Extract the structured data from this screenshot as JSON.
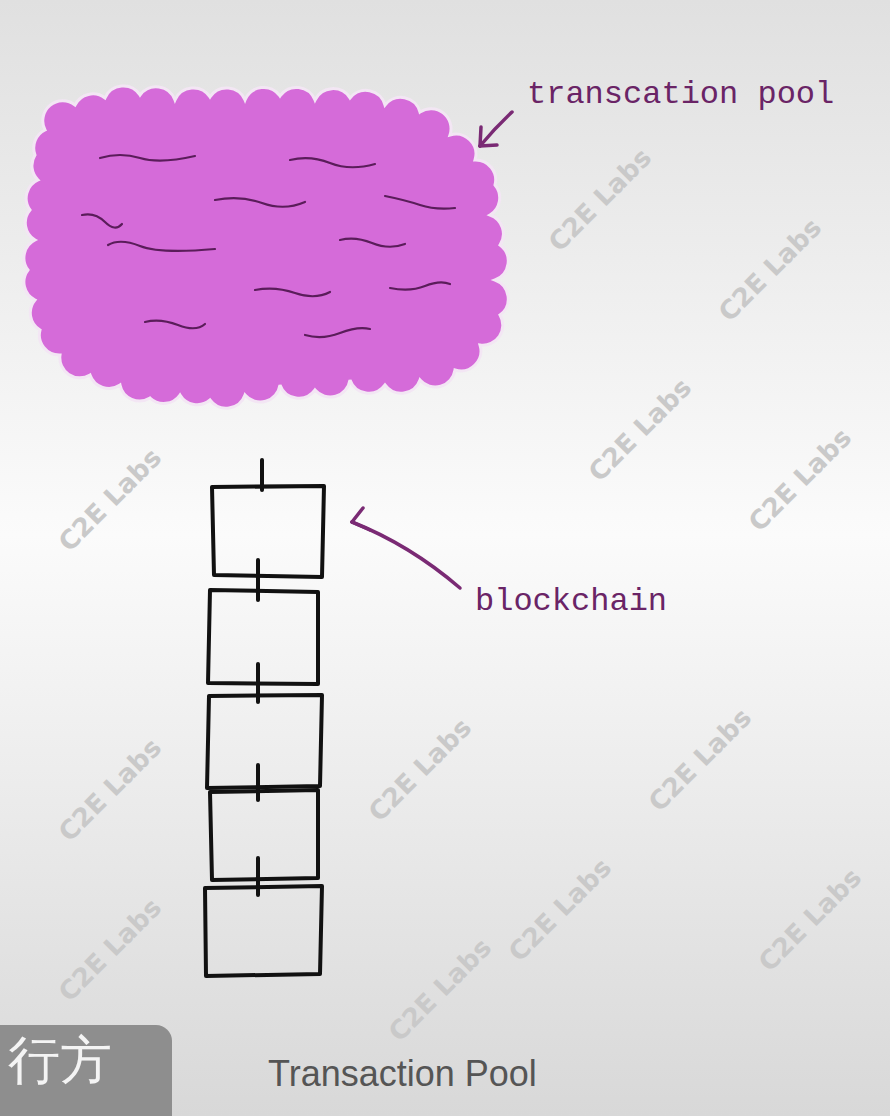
{
  "diagram": {
    "caption": "Transaction Pool",
    "nodes": [
      {
        "text": [
          "行方"
        ]
      }
    ],
    "labels": [
      "transcation pool",
      "blockchain",
      "C2E Labs",
      "C2E Labs",
      "C2E Labs",
      "C2E Labs",
      "C2E Labs",
      "C2E Labs",
      "C2E Labs",
      "C2E Labs",
      "C2E Labs",
      "C2E Labs",
      "C2E Labs",
      "C2E Labs"
    ]
  }
}
